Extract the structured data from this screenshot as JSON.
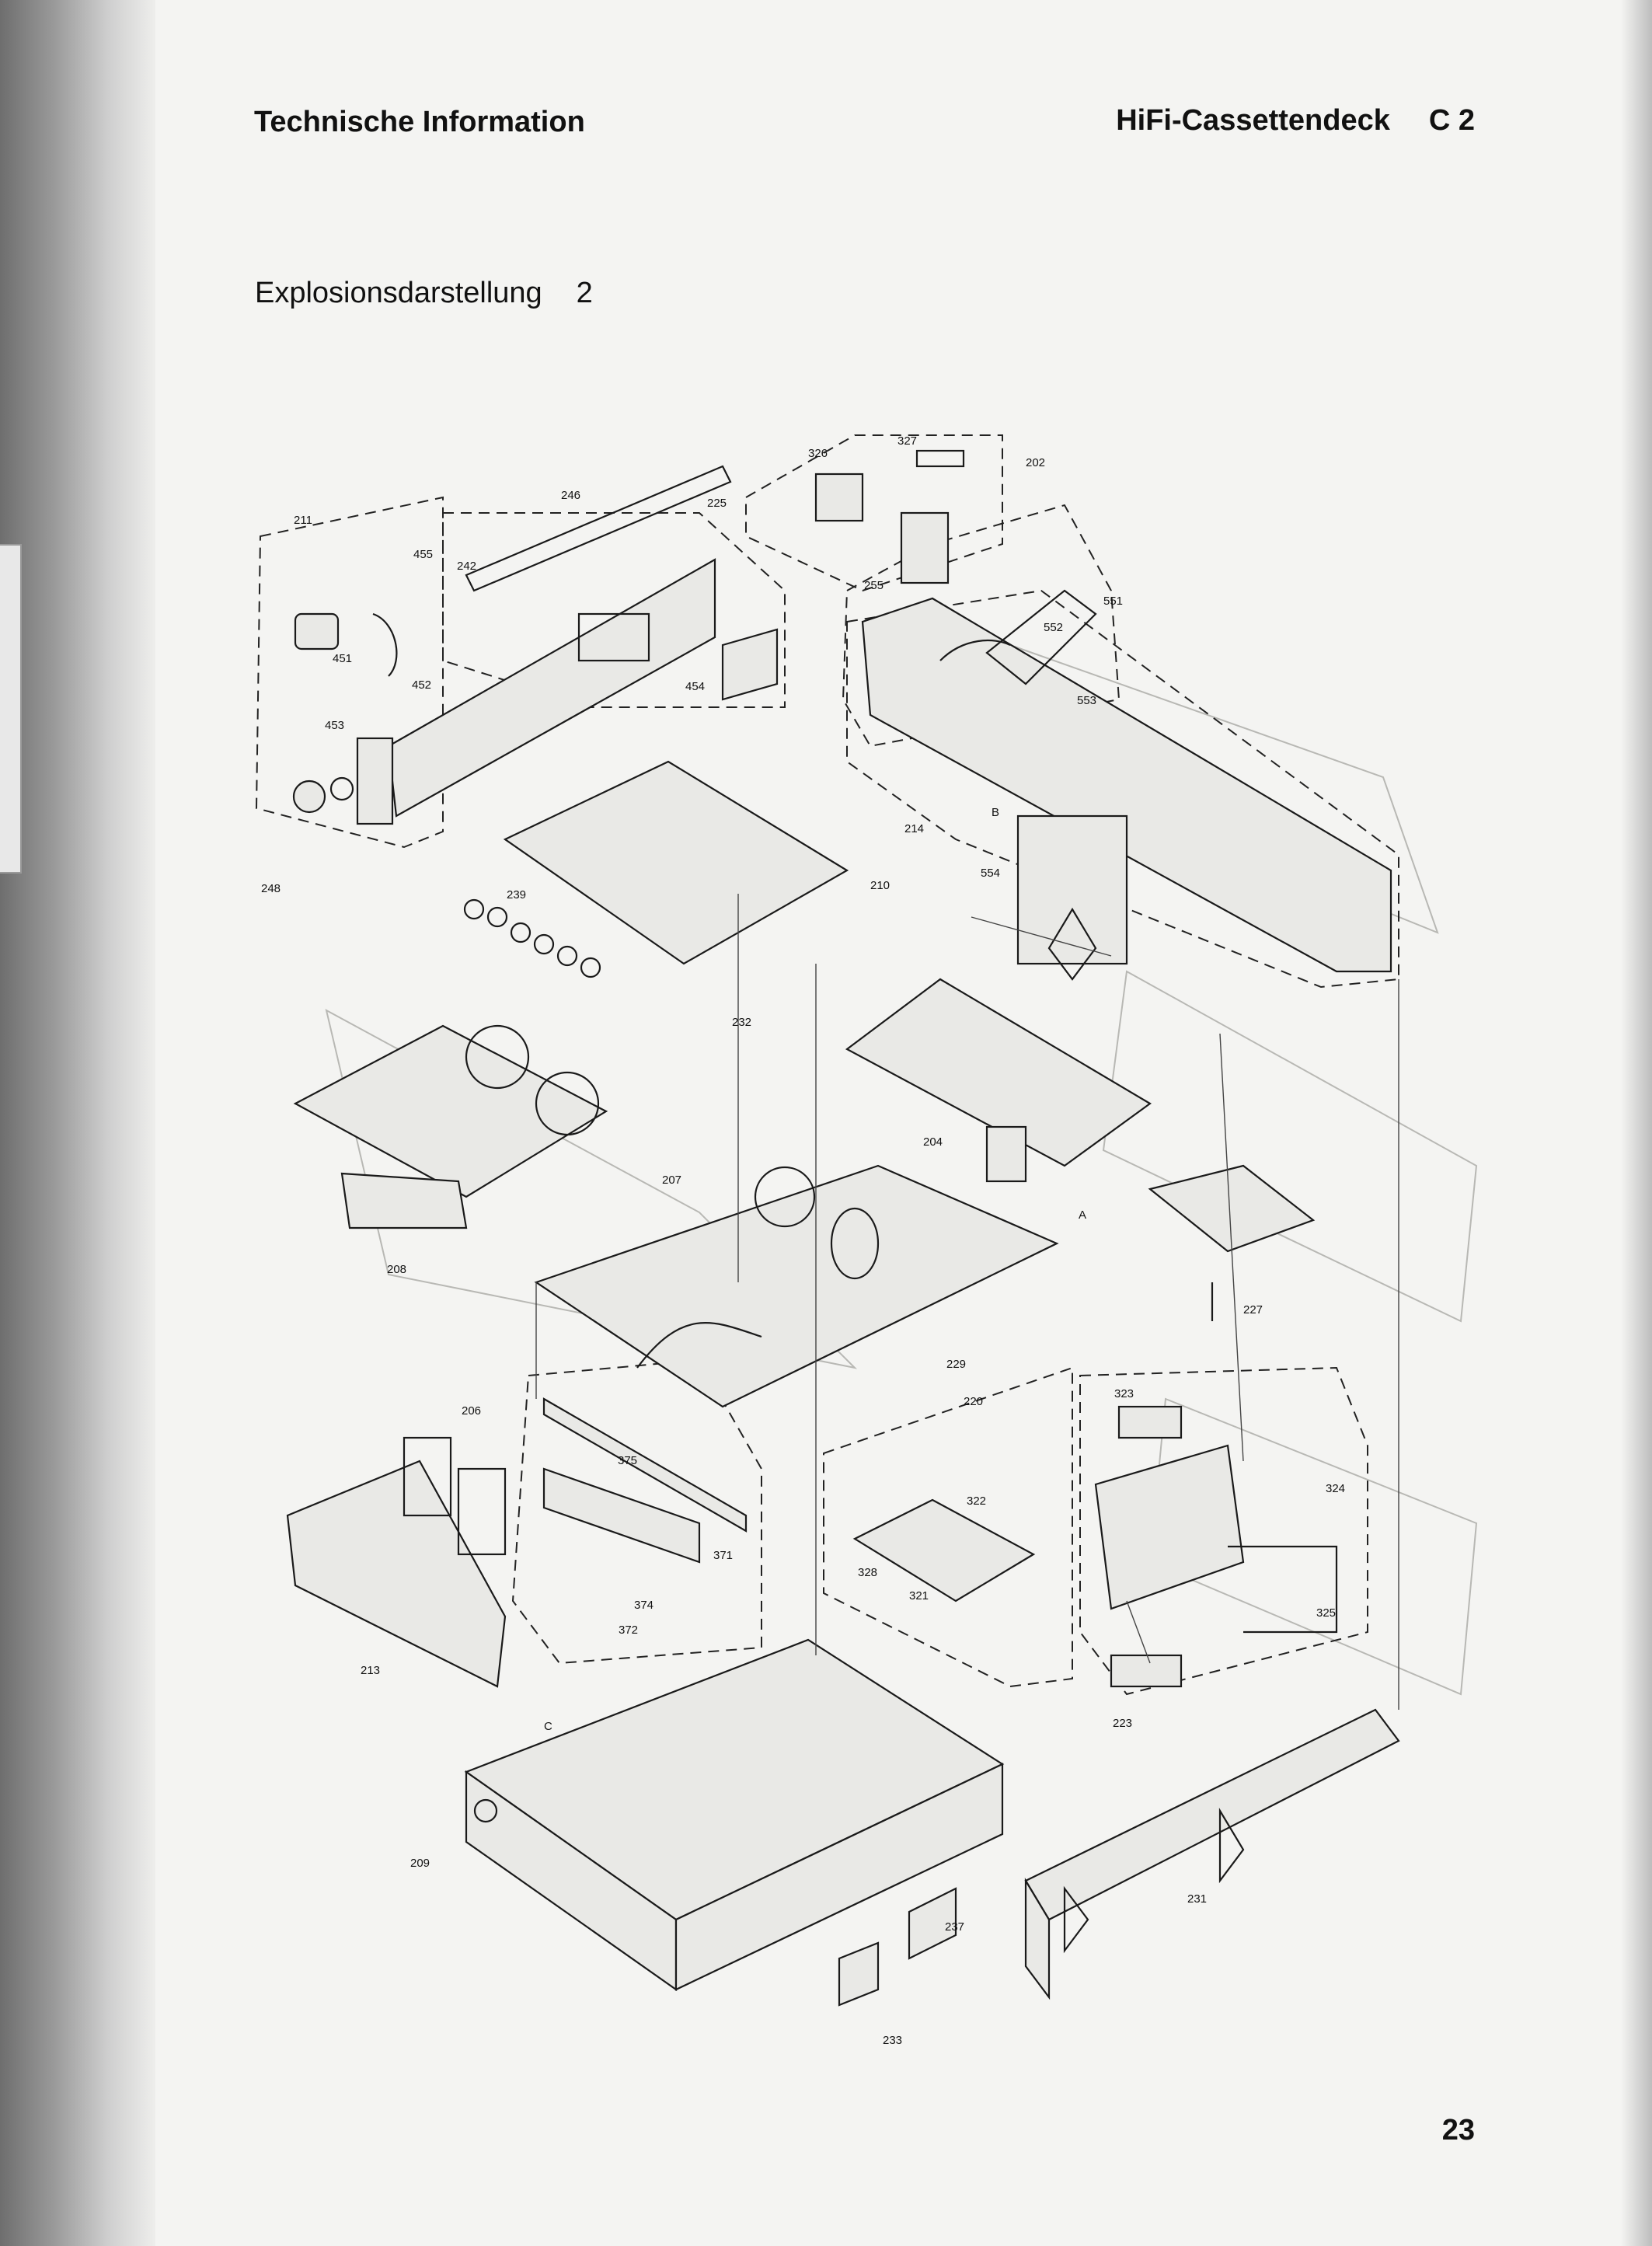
{
  "header": {
    "section": "Technische Information",
    "product": "HiFi-Cassettendeck",
    "model": "C 2"
  },
  "diagram": {
    "title": "Explosionsdarstellung",
    "number": "2",
    "part_labels": [
      "211",
      "455",
      "246",
      "225",
      "326",
      "327",
      "202",
      "242",
      "255",
      "551",
      "552",
      "451",
      "452",
      "454",
      "553",
      "453",
      "B",
      "214",
      "554",
      "248",
      "210",
      "239",
      "232",
      "204",
      "207",
      "208",
      "A",
      "227",
      "229",
      "220",
      "206",
      "375",
      "371",
      "374",
      "372",
      "213",
      "328",
      "322",
      "321",
      "323",
      "324",
      "325",
      "223",
      "C",
      "209",
      "231",
      "237",
      "233"
    ]
  },
  "footer": {
    "page_number": "23"
  }
}
